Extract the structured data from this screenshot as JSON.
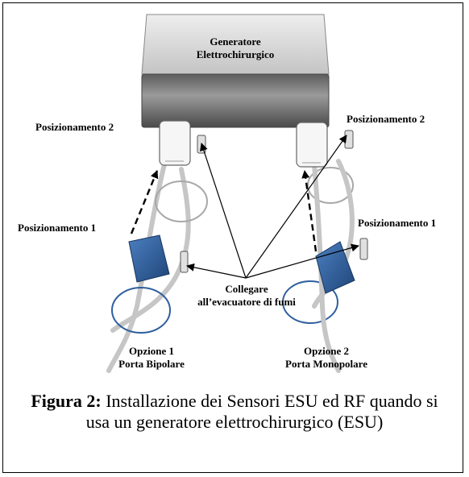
{
  "figure": {
    "generator_label": [
      "Generatore",
      "Elettrochirurgico"
    ],
    "left": {
      "position2": "Posizionamento 2",
      "position1": "Posizionamento 1",
      "option_title": "Opzione 1",
      "option_port": "Porta Bipolare"
    },
    "right": {
      "position2": "Posizionamento 2",
      "position1": "Posizionamento 1",
      "option_title": "Opzione 2",
      "option_port": "Porta Monopolare"
    },
    "connect_label": [
      "Collegare",
      "all’evacuatore di fumi"
    ],
    "caption_bold": "Figura 2:",
    "caption_text": "Installazione dei Sensori ESU ed RF quando si usa un generatore elettrochirurgico (ESU)"
  },
  "colors": {
    "generator_body": "#7a7a7a",
    "generator_top": "#d8d8d8",
    "sensor_blue": "#2f5f9e",
    "cable": "#c8c8c8"
  }
}
